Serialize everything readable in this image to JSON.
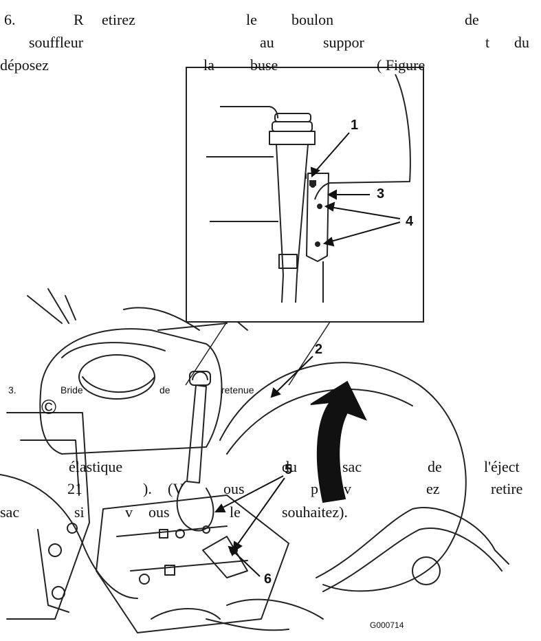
{
  "step6": {
    "line1": [
      "6.",
      "R",
      "etirez",
      "le",
      "boulon",
      "de"
    ],
    "line2": [
      "souffleur",
      "au",
      "suppor",
      "t",
      "du"
    ],
    "line3": [
      "déposez",
      "la",
      "buse",
      "( Figure"
    ]
  },
  "overlay": {
    "caption3": [
      "3.",
      "Bride",
      "de",
      "retenue"
    ],
    "line_a": [
      "élastique",
      "du",
      "sac",
      "de",
      "l'éject"
    ],
    "line_b": [
      "21",
      ").",
      "(V",
      "ous",
      "p",
      "v",
      "ez",
      "retire"
    ],
    "line_c": [
      "sac",
      "si",
      "v",
      "ous",
      "le",
      "souhaitez)."
    ]
  },
  "figure": {
    "callouts": [
      "1",
      "2",
      "3",
      "4",
      "5",
      "6"
    ],
    "code": "G000714",
    "copyright_symbol": "©"
  }
}
